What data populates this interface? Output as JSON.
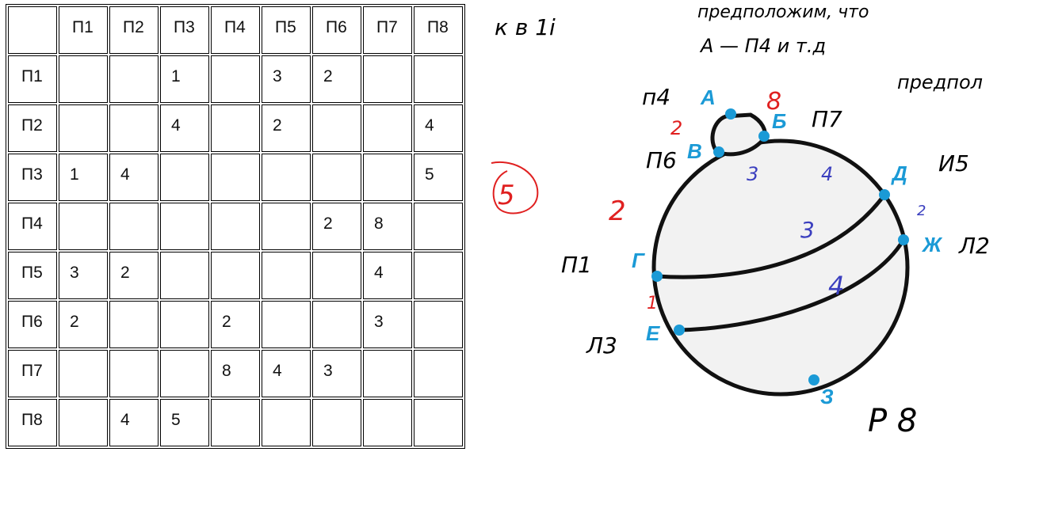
{
  "table": {
    "col_headers": [
      "",
      "П1",
      "П2",
      "П3",
      "П4",
      "П5",
      "П6",
      "П7",
      "П8"
    ],
    "rows": [
      {
        "label": "П1",
        "cells": [
          "",
          "",
          "1",
          "",
          "3",
          "2",
          "",
          ""
        ]
      },
      {
        "label": "П2",
        "cells": [
          "",
          "",
          "4",
          "",
          "2",
          "",
          "",
          "4"
        ]
      },
      {
        "label": "П3",
        "cells": [
          "1",
          "4",
          "",
          "",
          "",
          "",
          "",
          "5"
        ]
      },
      {
        "label": "П4",
        "cells": [
          "",
          "",
          "",
          "",
          "",
          "2",
          "8",
          ""
        ]
      },
      {
        "label": "П5",
        "cells": [
          "3",
          "2",
          "",
          "",
          "",
          "",
          "4",
          ""
        ]
      },
      {
        "label": "П6",
        "cells": [
          "2",
          "",
          "",
          "2",
          "",
          "",
          "3",
          ""
        ]
      },
      {
        "label": "П7",
        "cells": [
          "",
          "",
          "",
          "8",
          "4",
          "3",
          "",
          ""
        ]
      },
      {
        "label": "П8",
        "cells": [
          "",
          "4",
          "5",
          "",
          "",
          "",
          "",
          ""
        ]
      }
    ]
  },
  "diagram": {
    "points": [
      {
        "label": "А"
      },
      {
        "label": "Б"
      },
      {
        "label": "В"
      },
      {
        "label": "Д"
      },
      {
        "label": "Ж"
      },
      {
        "label": "Г"
      },
      {
        "label": "Е"
      },
      {
        "label": "З"
      }
    ],
    "section_numbers": [
      "3",
      "4",
      "3",
      "4"
    ],
    "red_numbers": [
      "8",
      "2",
      "2",
      "1",
      "5"
    ],
    "blue_small": "2"
  },
  "notes": {
    "top1": "к в 1i",
    "top2": "предположим, что",
    "top3": "А — П4 и т.д",
    "top4": "предпол",
    "a_label": "п4",
    "b_label": "П7",
    "v_label": "П6",
    "d_label": "И5",
    "zh_label": "Л2",
    "g_label": "П1",
    "e_label": "Л3",
    "z_label": "Р 8"
  },
  "colors": {
    "point": "#1b9ad6",
    "point_label": "#1b9ad6",
    "red": "#e02020",
    "section_blue": "#3b3fbf",
    "ink": "#000000"
  }
}
